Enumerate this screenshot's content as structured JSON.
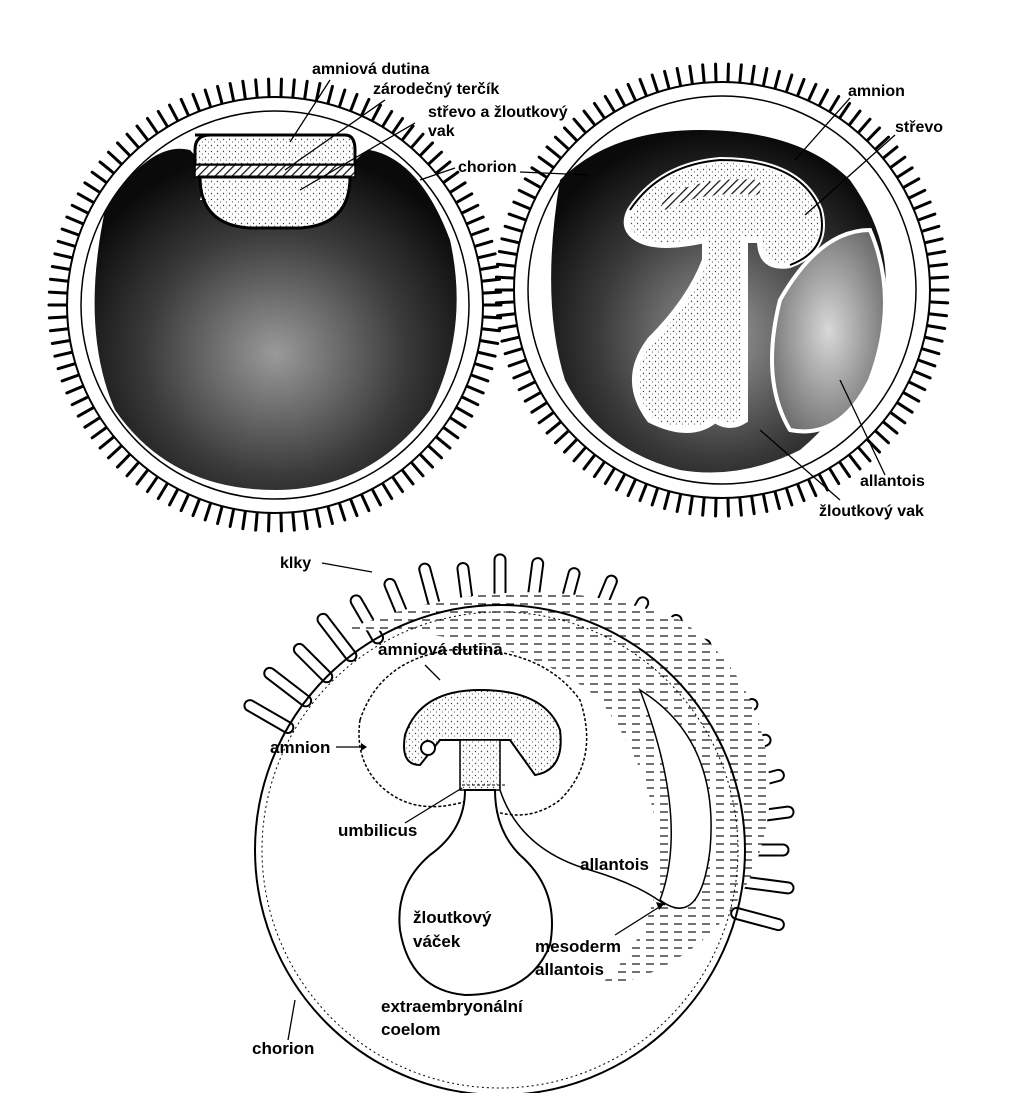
{
  "panel_top_left": {
    "labels": {
      "amniova_dutina": "amniová dutina",
      "zarodecny_tercik": "zárodečný terčík",
      "strevo_a_zloutkovy": "střevo a žloutkový",
      "vak": "vak",
      "chorion": "chorion"
    }
  },
  "panel_top_right": {
    "labels": {
      "amnion": "amnion",
      "strevo": "střevo",
      "allantois": "allantois",
      "zloutkovy_vak": "žloutkový vak"
    }
  },
  "panel_bottom": {
    "labels": {
      "klky": "klky",
      "amniova_dutina": "amniová dutina",
      "amnion": "amnion",
      "umbilicus": "umbilicus",
      "allantois": "allantois",
      "zloutkovy": "žloutkový",
      "vacek": "váček",
      "mesoderm": "mesoderm",
      "allantois2": "allantois",
      "extraembryonalni": "extraembryonální",
      "coelom": "coelom",
      "chorion": "chorion"
    }
  },
  "colors": {
    "ink": "#000000",
    "paper": "#ffffff",
    "stipple_dark": "#1a1a1a",
    "stipple_mid": "#6a6a6a",
    "stipple_light": "#bdbdbd"
  }
}
